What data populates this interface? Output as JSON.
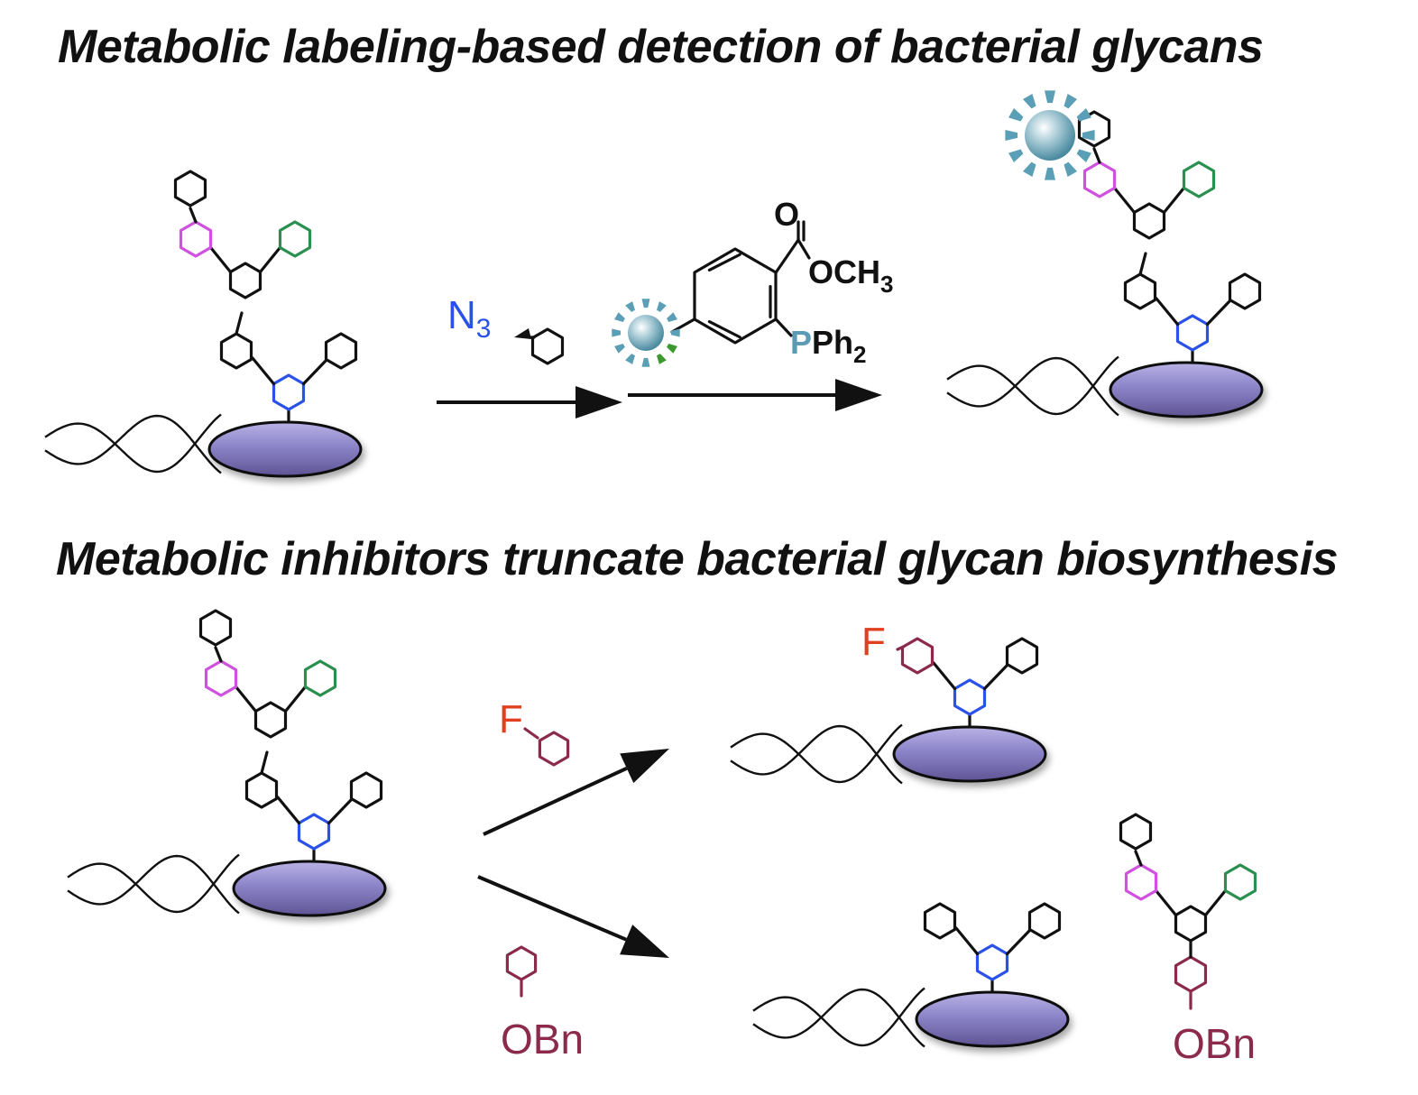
{
  "titles": {
    "top": "Metabolic labeling-based detection of bacterial glycans",
    "bottom": "Metabolic inhibitors truncate bacterial glycan biosynthesis"
  },
  "labels": {
    "azide_n": "N",
    "azide_sub": "3",
    "phosphine_o": "O",
    "ester_och": "OCH",
    "ester_sub": "3",
    "phosphine_p": "P",
    "phosphine_ph": "Ph",
    "phosphine_sub": "2",
    "fluoro_reagent": "F",
    "fluoro_product": "F",
    "obn_reagent": "OBn",
    "obn_product": "OBn"
  },
  "colors": {
    "azide": "#2a52e8",
    "phosphorus": "#5b9bb5",
    "fluoro": "#e04020",
    "inhibitor_ring": "#8b2a4a",
    "magenta_ring": "#d050e0",
    "green_ring": "#2a9050",
    "blue_ring": "#2a52e8",
    "cell": "#8c84c8",
    "fluorophore": "#5a9fb5"
  }
}
